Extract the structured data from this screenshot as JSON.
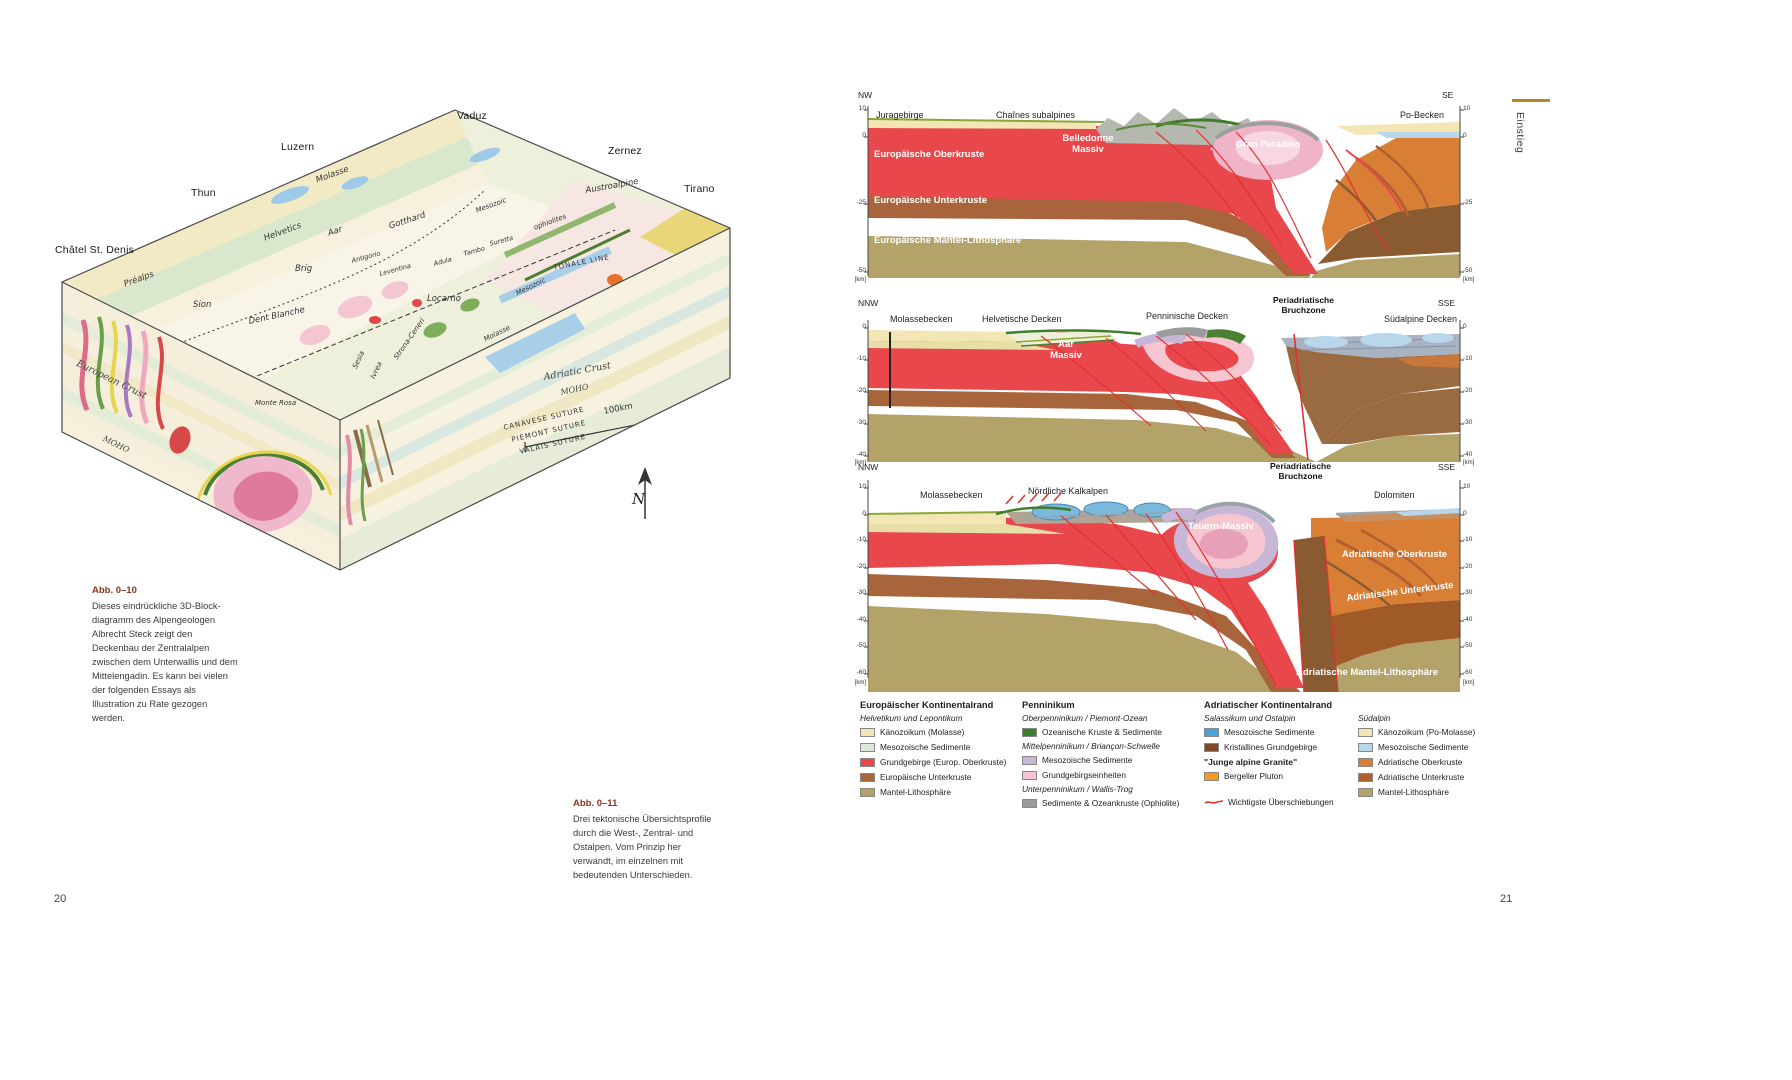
{
  "page_left": {
    "page_number": "20",
    "diagram": {
      "cities": {
        "chatel": "Châtel St. Denis",
        "thun": "Thun",
        "luzern": "Luzern",
        "vaduz": "Vaduz",
        "zernez": "Zernez",
        "tirano": "Tirano"
      },
      "map": {
        "molasse": "Molasse",
        "helvetics": "Helvetics",
        "austroalpine": "Austroalpine",
        "aar": "Aar",
        "gotthard": "Gotthard",
        "prealps": "Préalps",
        "sion": "Sion",
        "brig": "Brig",
        "dent_blanche": "Dent Blanche",
        "locarno": "Locarno",
        "monte_rosa": "Monte Rosa",
        "sesia": "Sesia",
        "ivrea": "Ivrea",
        "strona": "Strona-Ceneri",
        "antigorio": "Antigorio",
        "leventina": "Leventina",
        "adula": "Adula",
        "tambo": "Tambo",
        "suretta": "Suretta",
        "mesozoic_top": "Mesozoic",
        "ophiolites": "ophiolites",
        "mesozoic_face": "Mesozoic",
        "molasse_face": "Molasse",
        "tonale": "TONALE LINE",
        "adriatic_crust": "Adriatic Crust",
        "moho_right": "MOHO",
        "european_crust": "European Crust",
        "moho_left": "MOHO",
        "canavese": "CANAVESE SUTURE",
        "piemont": "PIEMONT SUTURE",
        "valais": "VALAIS SUTURE",
        "scale": "100km",
        "north": "N"
      }
    },
    "caption10": {
      "title": "Abb. 0–10",
      "body": "Dieses eindrückliche 3D-Block-diagramm des Alpengeologen Albrecht Steck zeigt den Deckenbau der Zentralalpen zwischen dem Unterwallis und dem Mittelengadin. Es kann bei vielen der folgenden Essays als Illustration zu Rate gezogen werden."
    },
    "caption11": {
      "title": "Abb. 0–11",
      "body": "Drei tektonische Übersichtsprofile durch die West-, Zentral- und Ostalpen. Vom Prinzip her verwandt, im einzelnen mit bedeutenden Unterschieden."
    }
  },
  "page_right": {
    "page_number": "21",
    "edge_label": "Einstieg",
    "p1": {
      "dir_left": "NW",
      "dir_right": "SE",
      "labels": {
        "jura": "Juragebirge",
        "chaines": "Chaînes subalpines",
        "po": "Po-Becken",
        "belledonne": "Belledonne\nMassiv",
        "gran_paradiso": "Gran Paradiso",
        "oberkruste": "Europäische Oberkruste",
        "unterkruste": "Europäische Unterkruste",
        "mantel": "Europäische Mantel-Lithosphäre"
      },
      "ticks": [
        "10",
        "0",
        "-25",
        "-50"
      ],
      "unit": "[km]"
    },
    "p2": {
      "dir_left": "NNW",
      "dir_right": "SSE",
      "labels": {
        "molasse": "Molassebecken",
        "helvetisch": "Helvetische Decken",
        "penninisch": "Penninische Decken",
        "periadriatisch": "Periadriatische\nBruchzone",
        "suedalpin": "Südalpine Decken",
        "aar": "Aar\nMassiv"
      },
      "ticks": [
        "0",
        "-10",
        "-20",
        "-30",
        "-40"
      ],
      "unit": "[km]"
    },
    "p3": {
      "dir_left": "NNW",
      "dir_right": "SSE",
      "labels": {
        "molasse": "Molassebecken",
        "kalkalpen": "Nördliche Kalkalpen",
        "periadriatisch": "Periadriatische\nBruchzone",
        "dolomiten": "Dolomiten",
        "tauern": "Tauern-Massiv",
        "adr_ober": "Adriatische Oberkruste",
        "adr_unter": "Adriatische Unterkruste",
        "adr_mantel": "Adriatische Mantel-Lithosphäre"
      },
      "ticks": [
        "10",
        "0",
        "-10",
        "-20",
        "-30",
        "-40",
        "-50",
        "-60"
      ],
      "unit": "[km]"
    },
    "legend": {
      "col1": {
        "header": "Europäischer Kontinentalrand",
        "sub": "Helvetikum und Lepontikum",
        "items": [
          {
            "color": "#f2e6b5",
            "label": "Känozoikum (Molasse)"
          },
          {
            "color": "#dce8d8",
            "label": "Mesozoische Sedimente"
          },
          {
            "color": "#e8474b",
            "label": "Grundgebirge (Europ. Oberkruste)"
          },
          {
            "color": "#a8653c",
            "label": "Europäische Unterkruste"
          },
          {
            "color": "#b3a368",
            "label": "Mantel-Lithosphäre"
          }
        ]
      },
      "col2": {
        "header": "Penninikum",
        "sub1": "Oberpenninikum / Piemont-Ozean",
        "items1": [
          {
            "color": "#3f7d2c",
            "label": "Ozeanische Kruste & Sedimente"
          }
        ],
        "sub2": "Mittelpenninikum / Briançon-Schwelle",
        "items2": [
          {
            "color": "#c8b6d6",
            "label": "Mesozoische Sedimente"
          },
          {
            "color": "#f5c6d0",
            "label": "Grundgebirgseinheiten"
          }
        ],
        "sub3": "Unterpenninikum / Wallis-Trog",
        "items3": [
          {
            "color": "#9b9b9b",
            "label": "Sedimente & Ozeankruste (Ophiolite)"
          }
        ]
      },
      "col3": {
        "header": "Adriatischer Kontinentalrand",
        "sub1": "Salassikum und Ostalpin",
        "items1": [
          {
            "color": "#4aa3d8",
            "label": "Mesozoische Sedimente"
          },
          {
            "color": "#7b4a2b",
            "label": "Kristallines Grundgebirge"
          }
        ],
        "sub2": "\"Junge alpine Granite\"",
        "items2": [
          {
            "color": "#f49a1e",
            "label": "Bergeller Pluton"
          }
        ],
        "line_item": {
          "color": "#e03030",
          "label": "Wichtigste Überschiebungen"
        }
      },
      "col4": {
        "header": "Südalpin",
        "items": [
          {
            "color": "#f2e6b5",
            "label": "Känozoikum (Po-Molasse)"
          },
          {
            "color": "#b9d6ea",
            "label": "Mesozoische Sedimente"
          },
          {
            "color": "#d97f35",
            "label": "Adriatische Oberkruste"
          },
          {
            "color": "#b06030",
            "label": "Adriatische Unterkruste"
          },
          {
            "color": "#b3a368",
            "label": "Mantel-Lithosphäre"
          }
        ]
      }
    }
  }
}
